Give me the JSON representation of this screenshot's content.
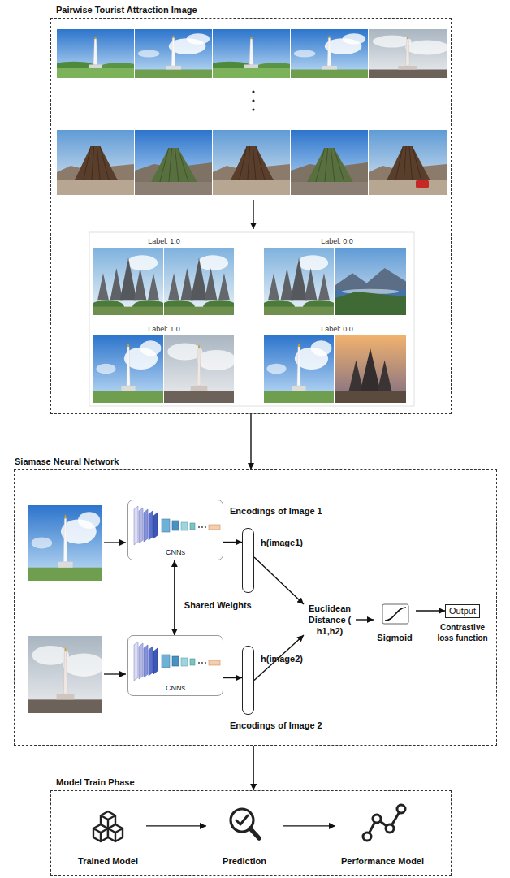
{
  "diagram": {
    "nodes": [
      {
        "text": [
          "Pairwise Tourist Attraction Image"
        ]
      },
      {
        "text": [
          "Siamase Neural Network"
        ]
      },
      {
        "text": [
          "CNNs"
        ],
        "in": 1
      },
      {
        "text": [
          "Encodings of Image 1",
          "h(image1)"
        ],
        "in": 1
      },
      {
        "text": [
          "CNNs"
        ],
        "in": 1
      },
      {
        "text": [
          "h(image2)",
          "Encodings of Image 2"
        ],
        "in": 1
      },
      {
        "text": [
          "Euclidean Distance ( h1,h2)"
        ],
        "in": 1
      },
      {
        "text": [
          "Sigmoid"
        ],
        "in": 1
      },
      {
        "text": [
          "Output",
          "Contrastive loss function"
        ],
        "in": 1
      },
      {
        "text": [
          "Model Train Phase"
        ]
      },
      {
        "text": [
          "Trained Model"
        ],
        "in": 9
      },
      {
        "text": [
          "Prediction"
        ],
        "in": 9
      },
      {
        "text": [
          "Performance Model"
        ],
        "in": 9
      }
    ],
    "edges": [
      {
        "from": 0,
        "to": 1,
        "arrow": "to"
      },
      {
        "from": 2,
        "to": 3,
        "arrow": "to"
      },
      {
        "from": 2,
        "to": 4,
        "label": "Shared Weights",
        "arrow": "both"
      },
      {
        "from": 4,
        "to": 5,
        "arrow": "to"
      },
      {
        "from": 3,
        "to": 6,
        "arrow": "to"
      },
      {
        "from": 5,
        "to": 6,
        "arrow": "to"
      },
      {
        "from": 6,
        "to": 7,
        "arrow": "to"
      },
      {
        "from": 7,
        "to": 8,
        "arrow": "to"
      },
      {
        "from": 1,
        "to": 9,
        "arrow": "to"
      },
      {
        "from": 10,
        "to": 11,
        "arrow": "to"
      },
      {
        "from": 11,
        "to": 12,
        "arrow": "to"
      }
    ],
    "labels": [
      "Label: 1.0",
      "Label: 0.0",
      "Label: 1.0",
      "Label: 0.0"
    ]
  }
}
